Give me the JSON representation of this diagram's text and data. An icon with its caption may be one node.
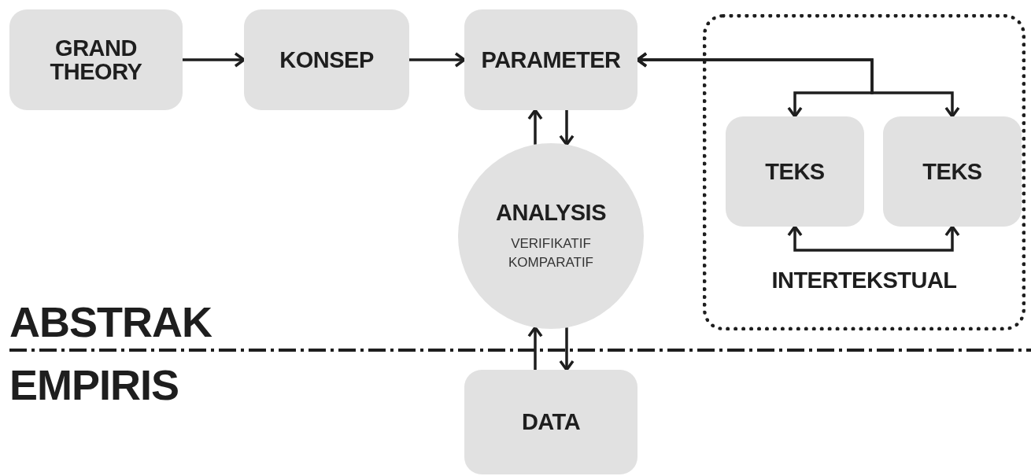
{
  "diagram": {
    "nodes": [
      {
        "text": [
          "GRAND THEORY"
        ]
      },
      {
        "text": [
          "KONSEP"
        ]
      },
      {
        "text": [
          "PARAMETER"
        ]
      },
      {
        "text": [
          "INTERTEKSTUAL"
        ]
      },
      {
        "text": [
          "TEKS"
        ],
        "in": 3
      },
      {
        "text": [
          "TEKS"
        ],
        "in": 3
      },
      {
        "text": [
          "ANALYSIS",
          "VERIFIKATIF KOMPARATIF"
        ]
      },
      {
        "text": [
          "DATA"
        ]
      }
    ],
    "edges": [
      {
        "from": 0,
        "to": 1,
        "arrow": "to"
      },
      {
        "from": 1,
        "to": 2,
        "arrow": "to"
      },
      {
        "from": 6,
        "to": 2,
        "arrow": "to"
      },
      {
        "from": 2,
        "to": 6,
        "arrow": "to"
      },
      {
        "from": 7,
        "to": 6,
        "arrow": "to"
      },
      {
        "from": 6,
        "to": 7,
        "arrow": "to"
      },
      {
        "from": 2,
        "to": 4,
        "arrow": "both"
      },
      {
        "from": 2,
        "to": 5,
        "arrow": "both"
      },
      {
        "from": 4,
        "to": 5,
        "arrow": "both"
      }
    ],
    "labels": [
      "ABSTRAK",
      "EMPIRIS"
    ]
  }
}
